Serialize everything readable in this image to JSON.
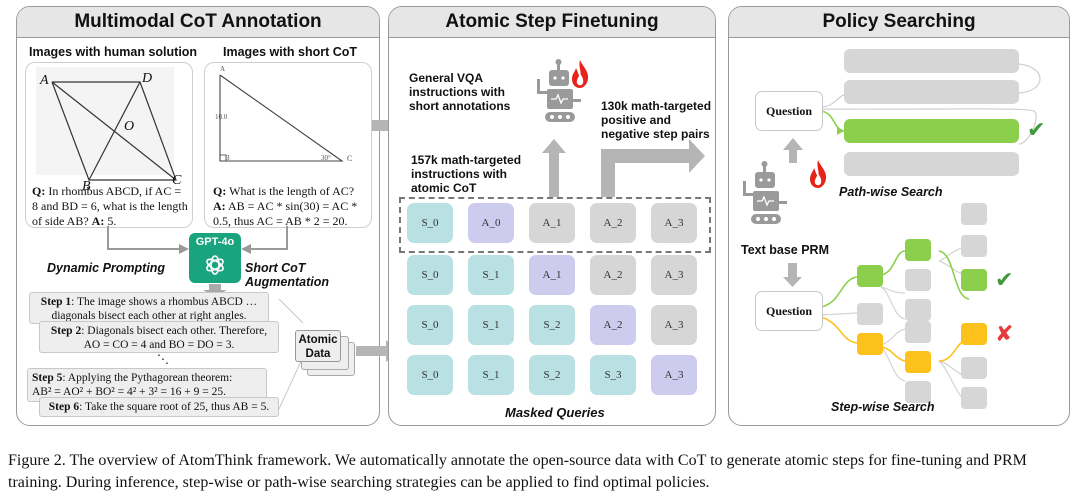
{
  "panels": {
    "annotation": {
      "title": "Multimodal CoT Annotation",
      "left_subtitle": "Images with human solution",
      "right_subtitle": "Images with short CoT",
      "rhombus_labels": {
        "a": "A",
        "b": "B",
        "c": "C",
        "d": "D",
        "o": "O"
      },
      "triangle_labels": {
        "a": "A",
        "b": "B",
        "c": "C",
        "side": "10.0",
        "angle": "30°"
      },
      "left_q_label": "Q:",
      "left_q_text": " In rhombus ABCD, if AC = 8 and BD = 6, what is the length of side AB? ",
      "left_a_label": "A:",
      "left_a_text": " 5.",
      "right_q_label": "Q:",
      "right_q_text": " What is the length of AC?",
      "right_a_label": "A:",
      "right_a_text": " AB = AC * sin(30) = AC * 0.5, thus AC = AB * 2 = 20.",
      "gpt_label": "GPT-4o",
      "dynamic_prompting": "Dynamic Prompting",
      "short_cot_aug": "Short CoT Augmentation",
      "steps": [
        {
          "label": "Step 1",
          "text": ": The image shows a rhombus ABCD … diagonals bisect each other at right angles."
        },
        {
          "label": "Step 2",
          "text": ": Diagonals bisect each other. Therefore, AO = CO = 4 and BO = DO = 3."
        },
        {
          "label": "Step 5",
          "text": ": Applying the Pythagorean theorem:",
          "formula": "AB² = AO² + BO² = 4² + 3² = 16 + 9 = 25."
        },
        {
          "label": "Step 6",
          "text": ": Take the square root of 25, thus AB = 5."
        }
      ],
      "ellipsis": "⋱",
      "atomic_data_line1": "Atomic",
      "atomic_data_line2": "Data"
    },
    "finetuning": {
      "title": "Atomic Step Finetuning",
      "vqa_text": "General VQA instructions with short annotations",
      "math_text": "157k math-targeted instructions with atomic CoT",
      "pairs_text": "130k math-targeted positive and negative step pairs",
      "masked_queries": "Masked Queries",
      "grid": [
        [
          {
            "t": "S_0",
            "k": "s"
          },
          {
            "t": "A_0",
            "k": "a"
          },
          {
            "t": "A_1",
            "k": "m"
          },
          {
            "t": "A_2",
            "k": "m"
          },
          {
            "t": "A_3",
            "k": "m"
          }
        ],
        [
          {
            "t": "S_0",
            "k": "s"
          },
          {
            "t": "S_1",
            "k": "s"
          },
          {
            "t": "A_1",
            "k": "a"
          },
          {
            "t": "A_2",
            "k": "m"
          },
          {
            "t": "A_3",
            "k": "m"
          }
        ],
        [
          {
            "t": "S_0",
            "k": "s"
          },
          {
            "t": "S_1",
            "k": "s"
          },
          {
            "t": "S_2",
            "k": "s"
          },
          {
            "t": "A_2",
            "k": "a"
          },
          {
            "t": "A_3",
            "k": "m"
          }
        ],
        [
          {
            "t": "S_0",
            "k": "s"
          },
          {
            "t": "S_1",
            "k": "s"
          },
          {
            "t": "S_2",
            "k": "s"
          },
          {
            "t": "S_3",
            "k": "s"
          },
          {
            "t": "A_3",
            "k": "a"
          }
        ]
      ]
    },
    "policy": {
      "title": "Policy Searching",
      "question_top": "Question",
      "question_bottom": "Question",
      "path_wise": "Path-wise Search",
      "step_wise": "Step-wise Search",
      "prm_label": "Text base PRM",
      "check_glyph": "✔",
      "cross_glyph": "✘"
    }
  },
  "colors": {
    "green": "#8ccf4d",
    "yellow": "#fcc21b",
    "gray_block": "#d6d6d6",
    "teal": "#b9e0e2",
    "lavender": "#cdcbee",
    "gpt_green": "#1aa37f",
    "fire_red": "#e8231b",
    "check_green": "#3d9a3d",
    "cross_red": "#e53b3b"
  },
  "caption": "Figure 2. The overview of AtomThink framework. We automatically annotate the open-source data with CoT to generate atomic steps for fine-tuning and PRM training. During inference, step-wise or path-wise searching strategies can be applied to find optimal policies."
}
